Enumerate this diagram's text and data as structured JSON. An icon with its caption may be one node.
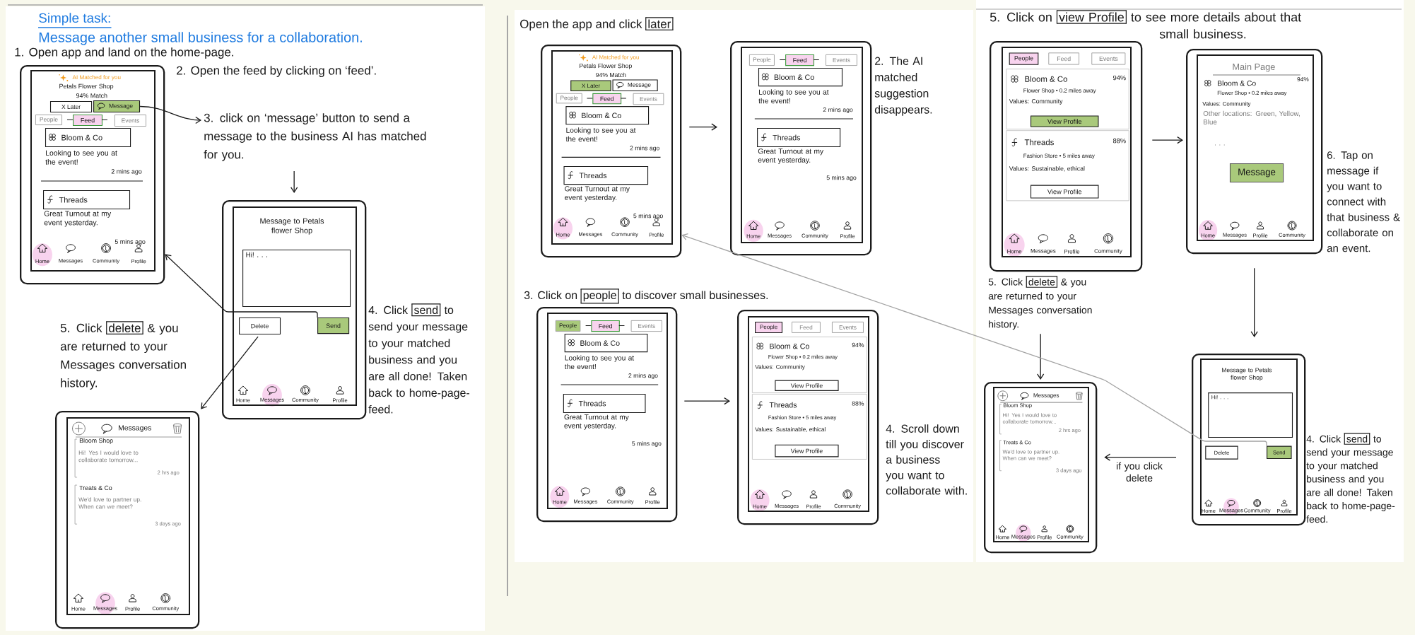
{
  "diagram": {
    "title": "Simple task:",
    "nodes": [
      {
        "text": [
          "AI Matched for you",
          "Petals Flower Shop",
          "94% Match",
          "Looking to see you at the event!",
          "2 mins ago",
          "Great Turnout at my event yesterday.",
          "5 mins ago",
          "Home",
          "Messages",
          "Community",
          "Profile"
        ]
      },
      {
        "text": [
          "X Later"
        ],
        "in": 0
      },
      {
        "text": [
          "Message"
        ],
        "in": 0
      },
      {
        "text": [
          "People"
        ],
        "in": 0
      },
      {
        "text": [
          "Feed"
        ],
        "in": 0
      },
      {
        "text": [
          "Events"
        ],
        "in": 0
      },
      {
        "text": [
          "Bloom & Co"
        ],
        "in": 0
      },
      {
        "text": [
          "Threads"
        ],
        "in": 0
      },
      {
        "text": [
          "3. click on ‘message’ button to send a message to the business AI has matched for you."
        ]
      },
      {
        "text": [
          "Message to Petals flower Shop",
          "Home",
          "Messages",
          "Community",
          "Profile"
        ]
      },
      {
        "text": [
          "Hi! . . ."
        ],
        "in": 9
      },
      {
        "text": [
          "Delete"
        ],
        "in": 9
      },
      {
        "text": [
          "Send"
        ],
        "in": 9
      },
      {
        "text": [
          "Messages",
          "Bloom Shop",
          "Hi! Yes I would love to collaborate tomorrow...",
          "2 hrs ago",
          "Treats & Co",
          "We'd love to partner up. When can we meet?",
          "3 days ago",
          "Home",
          "Messages",
          "Profile",
          "Community"
        ]
      },
      {
        "text": [
          "AI Matched for you",
          "Petals Flower Shop",
          "94% Match",
          "Looking to see you at the event!",
          "2 mins ago",
          "Great Turnout at my event yesterday.",
          "5 mins ago",
          "Home",
          "Messages",
          "Community",
          "Profile"
        ]
      },
      {
        "text": [
          "X Later"
        ],
        "in": 14
      },
      {
        "text": [
          "Message"
        ],
        "in": 14
      },
      {
        "text": [
          "People"
        ],
        "in": 14
      },
      {
        "text": [
          "Feed"
        ],
        "in": 14
      },
      {
        "text": [
          "Events"
        ],
        "in": 14
      },
      {
        "text": [
          "Bloom & Co"
        ],
        "in": 14
      },
      {
        "text": [
          "Threads"
        ],
        "in": 14
      },
      {
        "text": [
          "Looking to see you at the event!",
          "2 mins ago",
          "Great Turnout at my event yesterday.",
          "5 mins ago",
          "Home",
          "Messages",
          "Community",
          "Profile"
        ]
      },
      {
        "text": [
          "People"
        ],
        "in": 22
      },
      {
        "text": [
          "Feed"
        ],
        "in": 22
      },
      {
        "text": [
          "Events"
        ],
        "in": 22
      },
      {
        "text": [
          "Bloom & Co"
        ],
        "in": 22
      },
      {
        "text": [
          "Threads"
        ],
        "in": 22
      },
      {
        "text": [
          "Looking to see you at the event!",
          "2 mins ago",
          "Great Turnout at my event yesterday.",
          "5 mins ago",
          "Home",
          "Messages",
          "Community",
          "Profile"
        ]
      },
      {
        "text": [
          "People"
        ],
        "in": 28
      },
      {
        "text": [
          "Feed"
        ],
        "in": 28
      },
      {
        "text": [
          "Events"
        ],
        "in": 28
      },
      {
        "text": [
          "Bloom & Co"
        ],
        "in": 28
      },
      {
        "text": [
          "Threads"
        ],
        "in": 28
      },
      {
        "text": [
          "Home",
          "Messages",
          "Profile",
          "Community"
        ]
      },
      {
        "text": [
          "People"
        ],
        "in": 34
      },
      {
        "text": [
          "Feed"
        ],
        "in": 34
      },
      {
        "text": [
          "Events"
        ],
        "in": 34
      },
      {
        "text": [
          "Bloom & Co",
          "94%",
          "Flower Shop • 0.2 miles away",
          "Values: Community"
        ],
        "in": 34
      },
      {
        "text": [
          "View Profile"
        ],
        "in": 38
      },
      {
        "text": [
          "Threads",
          "88%",
          "Fashion Store • 5 miles away",
          "Values: Sustainable, ethical"
        ],
        "in": 34
      },
      {
        "text": [
          "View Profile"
        ],
        "in": 40
      },
      {
        "text": [
          "Home",
          "Messages",
          "Profile",
          "Community"
        ]
      },
      {
        "text": [
          "People"
        ],
        "in": 42
      },
      {
        "text": [
          "Feed"
        ],
        "in": 42
      },
      {
        "text": [
          "Events"
        ],
        "in": 42
      },
      {
        "text": [
          "Bloom & Co",
          "94%",
          "Flower Shop • 0.2 miles away",
          "Values: Community"
        ],
        "in": 42
      },
      {
        "text": [
          "View Profile"
        ],
        "in": 46
      },
      {
        "text": [
          "Threads",
          "88%",
          "Fashion Store • 5 miles away",
          "Values: Sustainable, ethical"
        ],
        "in": 42
      },
      {
        "text": [
          "View Profile"
        ],
        "in": 48
      },
      {
        "text": [
          "Main Page",
          "Bloom & Co",
          "94%",
          "Flower Shop • 0.2 miles away",
          "Values: Community",
          "Other locations: Green, Yellow, Blue",
          ". . .",
          "Home",
          "Messages",
          "Profile",
          "Community"
        ]
      },
      {
        "text": [
          "Message"
        ],
        "in": 50
      },
      {
        "text": [
          "5. Click",
          "delete",
          "& you are returned to your Messages conversation history."
        ]
      },
      {
        "text": [
          "Message to Petals flower Shop",
          "Home",
          "Messages",
          "Community",
          "Profile"
        ]
      },
      {
        "text": [
          "Hi! . . ."
        ],
        "in": 53
      },
      {
        "text": [
          "Delete"
        ],
        "in": 53
      },
      {
        "text": [
          "Send"
        ],
        "in": 53
      },
      {
        "text": [
          "Messages",
          "Bloom Shop",
          "Hi! Yes I would love to collaborate tomorrow...",
          "2 hrs ago",
          "Treats & Co",
          "We'd love to partner up. When can we meet?",
          "3 days ago",
          "Home",
          "Messages",
          "Profile",
          "Community"
        ]
      }
    ],
    "edges": [
      {
        "from": 2,
        "to": 8,
        "arrow": "to"
      },
      {
        "from": 8,
        "to": 9,
        "arrow": "to"
      },
      {
        "from": 12,
        "to": 0,
        "arrow": "to"
      },
      {
        "from": 11,
        "to": 13,
        "arrow": "to"
      },
      {
        "from": 14,
        "to": 22,
        "arrow": "to"
      },
      {
        "from": 28,
        "to": 34,
        "arrow": "to"
      },
      {
        "from": 42,
        "to": 50,
        "arrow": "to"
      },
      {
        "from": 50,
        "to": 53,
        "arrow": "to"
      },
      {
        "from": 53,
        "to": 57,
        "arrow": "to",
        "label": "if you click delete"
      },
      {
        "from": 52,
        "to": 57,
        "arrow": "to"
      },
      {
        "from": 56,
        "to": 14,
        "arrow": "to",
        "color": "#a3a3a3"
      }
    ],
    "labels": [
      "Message another small business for a collaboration.",
      "1. Open app and land on the home-page.",
      "2. Open the feed by clicking on ‘feed’.",
      "4. Click",
      "send",
      "to send your message to your matched business and you are all done! Taken back to home-page-feed.",
      "5. Click",
      "delete",
      "& you are returned to your Messages conversation history.",
      "Open the app and click",
      "later",
      "2. The AI matched suggestion disappears.",
      "3. Click on",
      "people",
      "to discover small businesses.",
      "4. Scroll down till you discover a business you want to collaborate with.",
      "5. Click on",
      "view Profile",
      "to see more details about that small business.",
      "6. Tap on message if you want to connect with that business & collaborate on an event.",
      "4. Click",
      "send",
      "to send your message to your matched business and you are all done! Taken back to home-page-feed."
    ]
  }
}
